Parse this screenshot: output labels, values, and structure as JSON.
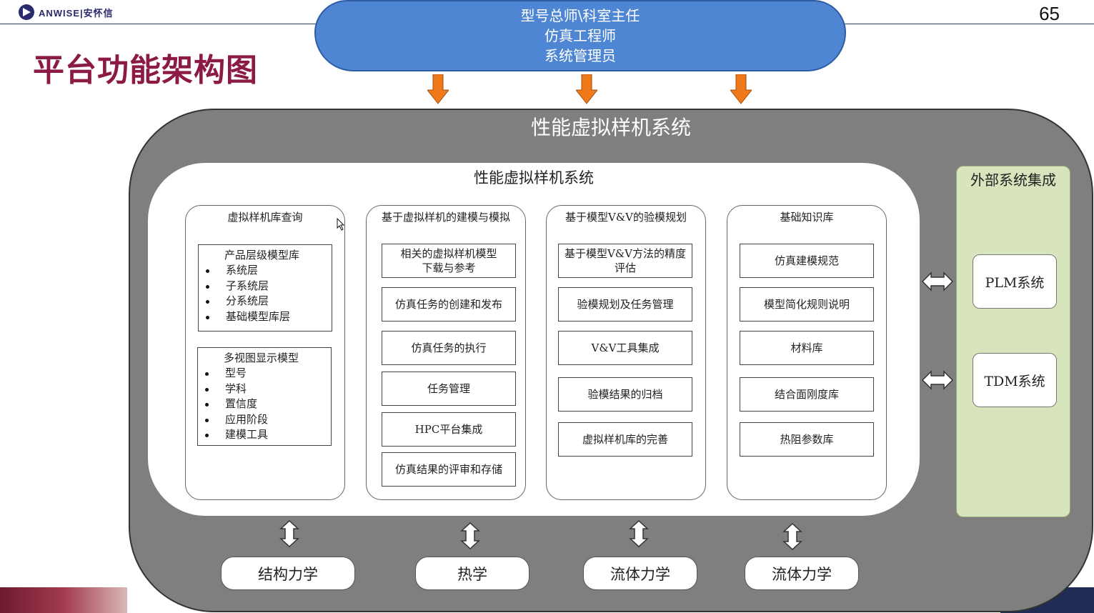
{
  "header": {
    "logo_text": "ANWISE|安怀信",
    "page_number": "65"
  },
  "slide_title": "平台功能架构图",
  "roles": [
    "型号总师\\科室主任",
    "仿真工程师",
    "系统管理员"
  ],
  "main_title": "性能虚拟样机系统",
  "inner_title": "性能虚拟样机系统",
  "columns": [
    {
      "title": "虚拟样机库查询",
      "list_groups": [
        {
          "title": "产品层级模型库",
          "items": [
            "系统层",
            "子系统层",
            "分系统层",
            "基础模型库层"
          ]
        },
        {
          "title": "多视图显示模型",
          "items": [
            "型号",
            "学科",
            "置信度",
            "应用阶段",
            "建模工具"
          ]
        }
      ]
    },
    {
      "title": "基于虚拟样机的建模与模拟",
      "boxes": [
        "相关的虚拟样机模型\n下载与参考",
        "仿真任务的创建和发布",
        "仿真任务的执行",
        "任务管理",
        "HPC平台集成",
        "仿真结果的评审和存储"
      ]
    },
    {
      "title": "基于模型V&V的验模规划",
      "boxes": [
        "基于模型V&V方法的精度\n评估",
        "验模规划及任务管理",
        "V&V工具集成",
        "验模结果的归档",
        "虚拟样机库的完善"
      ]
    },
    {
      "title": "基础知识库",
      "boxes": [
        "仿真建模规范",
        "模型简化规则说明",
        "材料库",
        "结合面刚度库",
        "热阻参数库"
      ]
    }
  ],
  "external": {
    "title": "外部系统集成",
    "systems": [
      "PLM系统",
      "TDM系统"
    ]
  },
  "disciplines": [
    "结构力学",
    "热学",
    "流体力学",
    "流体力学"
  ],
  "colors": {
    "title_color": "#8b1a45",
    "roles_fill": "#4f86d4",
    "main_fill": "#7f7f7f",
    "arrow_orange": "#f07a1a",
    "external_fill": "#d8e4bc"
  }
}
